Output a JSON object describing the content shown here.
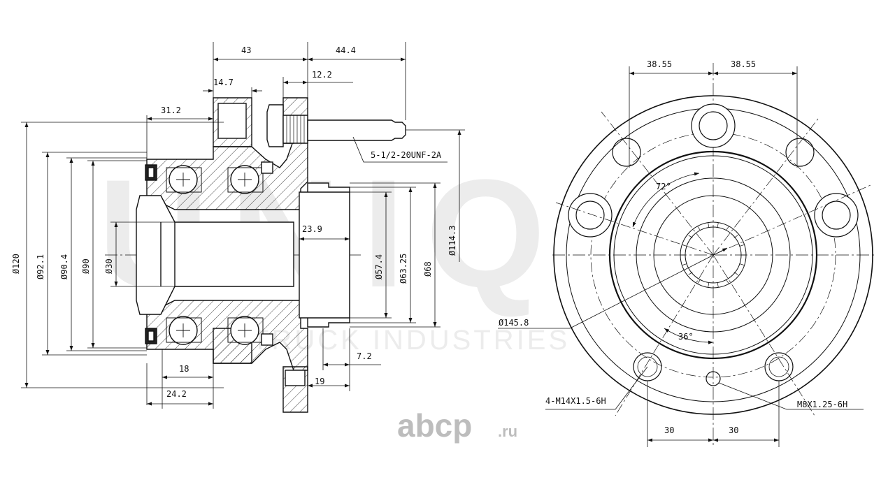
{
  "watermark": {
    "brand": "UNIQ",
    "subtitle": "TRUCK INDUSTRIES"
  },
  "logo": {
    "name": "abcp",
    "suffix": ".ru"
  },
  "side_view": {
    "dims": {
      "d43": "43",
      "d44_4": "44.4",
      "d12_2": "12.2",
      "d14_7": "14.7",
      "d31_2": "31.2",
      "d23_9": "23.9",
      "d18": "18",
      "d24_2": "24.2",
      "d7_2": "7.2",
      "d19": "19"
    },
    "diameters": {
      "d120": "Ø120",
      "d92_1": "Ø92.1",
      "d90_4": "Ø90.4",
      "d90": "Ø90",
      "d30": "Ø30",
      "d57_4": "Ø57.4",
      "d63_25": "Ø63.25",
      "d68": "Ø68",
      "d114_3": "Ø114.3"
    },
    "thread_label": "5-1/2-20UNF-2A"
  },
  "front_view": {
    "dims": {
      "d38_55_left": "38.55",
      "d38_55_right": "38.55",
      "d30_left": "30",
      "d30_right": "30"
    },
    "angles": {
      "a72": "72°",
      "a36": "36°"
    },
    "diameter": "Ø145.8",
    "labels": {
      "studs": "4-M14X1.5-6H",
      "screw": "M8X1.25-6H"
    }
  }
}
